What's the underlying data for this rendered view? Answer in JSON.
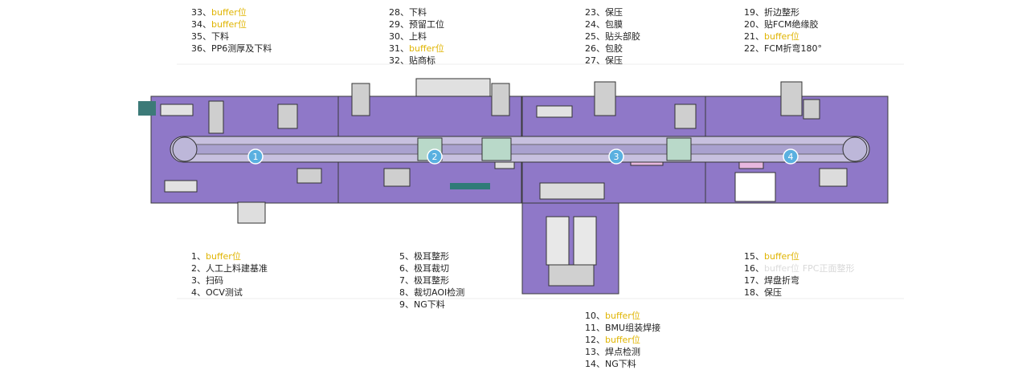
{
  "colors": {
    "highlight": "#e0b400",
    "machine_purple": "#8f78c8",
    "text": "#222222"
  },
  "top_groups": [
    {
      "items": [
        {
          "num": "33、",
          "text": "buffer位",
          "hl": true
        },
        {
          "num": "34、",
          "text": "buffer位",
          "hl": true
        },
        {
          "num": "35、",
          "text": "下料"
        },
        {
          "num": "36、",
          "text": "PP6测厚及下料"
        }
      ]
    },
    {
      "items": [
        {
          "num": "28、",
          "text": "下料"
        },
        {
          "num": "29、",
          "text": "预留工位"
        },
        {
          "num": "30、",
          "text": "上料"
        },
        {
          "num": "31、",
          "text": "buffer位",
          "hl": true
        },
        {
          "num": "32、",
          "text": "贴商标"
        }
      ]
    },
    {
      "items": [
        {
          "num": "23、",
          "text": "保压"
        },
        {
          "num": "24、",
          "text": "包膜"
        },
        {
          "num": "25、",
          "text": "贴头部胶"
        },
        {
          "num": "26、",
          "text": "包胶"
        },
        {
          "num": "27、",
          "text": "保压"
        }
      ]
    },
    {
      "items": [
        {
          "num": "19、",
          "text": "折边整形"
        },
        {
          "num": "20、",
          "text": "贴FCM绝缘胶"
        },
        {
          "num": "21、",
          "text": "buffer位",
          "hl": true
        },
        {
          "num": "22、",
          "text": "FCM折弯180°"
        }
      ]
    }
  ],
  "bottom_groups": [
    {
      "items": [
        {
          "num": "1、",
          "text": "buffer位",
          "hl": true
        },
        {
          "num": "2、",
          "text": "人工上料建基准"
        },
        {
          "num": "3、",
          "text": "扫码"
        },
        {
          "num": "4、",
          "text": "OCV测试"
        }
      ]
    },
    {
      "items": [
        {
          "num": "5、",
          "text": "极耳整形"
        },
        {
          "num": "6、",
          "text": "极耳裁切"
        },
        {
          "num": "7、",
          "text": "极耳整形"
        },
        {
          "num": "8、",
          "text": "裁切AOI检测"
        },
        {
          "num": "9、",
          "text": "NG下料"
        }
      ]
    },
    {
      "items": [
        {
          "num": "10、",
          "text": "buffer位",
          "hl": true
        },
        {
          "num": "11、",
          "text": "BMU组装焊接"
        },
        {
          "num": "12、",
          "text": "buffer位",
          "hl": true
        },
        {
          "num": "13、",
          "text": "焊点检测"
        },
        {
          "num": "14、",
          "text": "NG下料"
        }
      ]
    },
    {
      "items": [
        {
          "num": "15、",
          "text": "buffer位",
          "hl": true
        },
        {
          "num": "16、",
          "text": "buffer位",
          "faint": true,
          "extra": "FPC正面整形"
        },
        {
          "num": "17、",
          "text": "焊盘折弯"
        },
        {
          "num": "18、",
          "text": "保压"
        }
      ]
    }
  ],
  "stations": [
    {
      "label": "1"
    },
    {
      "label": "2"
    },
    {
      "label": "3"
    },
    {
      "label": "4"
    }
  ]
}
